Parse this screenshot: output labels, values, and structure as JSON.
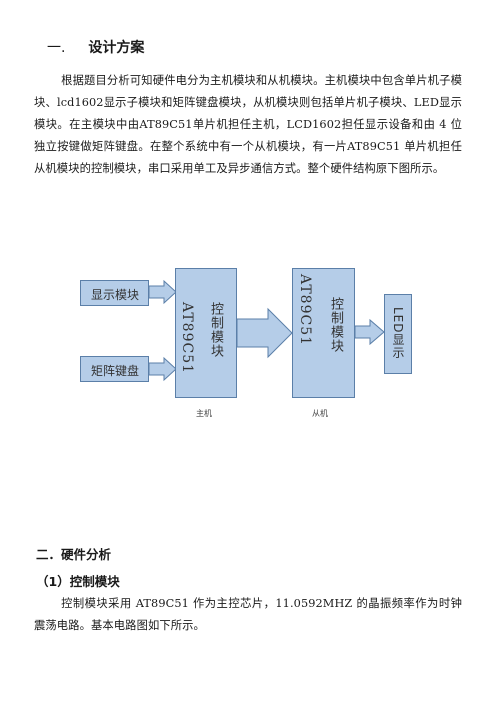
{
  "section1": {
    "number": "一.",
    "title": "设计方案",
    "paragraph": "根据题目分析可知硬件电分为主机模块和从机模块。主机模块中包含单片机子模块、lcd1602显示子模块和矩阵键盘模块，从机模块则包括单片机子模块、LED显示模块。在主模块中由AT89C51单片机担任主机，LCD1602担任显示设备和由 4 位独立按键做矩阵键盘。在整个系统中有一个从机模块，有一片AT89C51 单片机担任从机模块的控制模块，串口采用单工及异步通信方式。整个硬件结构原下图所示。"
  },
  "diagram": {
    "display_module": "显示模块",
    "matrix_keyboard": "矩阵键盘",
    "master_chip": "AT89C51",
    "master_ctrl": "控制模块",
    "slave_chip": "AT89C51",
    "slave_ctrl": "控制模块",
    "led_display": "LED显示",
    "master_caption": "主机",
    "slave_caption": "从机",
    "colors": {
      "box_fill": "#b5cde8",
      "box_border": "#5b7fa8"
    }
  },
  "section2": {
    "title": "二．硬件分析",
    "sub_title": "（1）控制模块",
    "paragraph": "控制模块采用 AT89C51 作为主控芯片，11.0592MHZ 的晶振频率作为时钟震荡电路。基本电路图如下所示。"
  }
}
